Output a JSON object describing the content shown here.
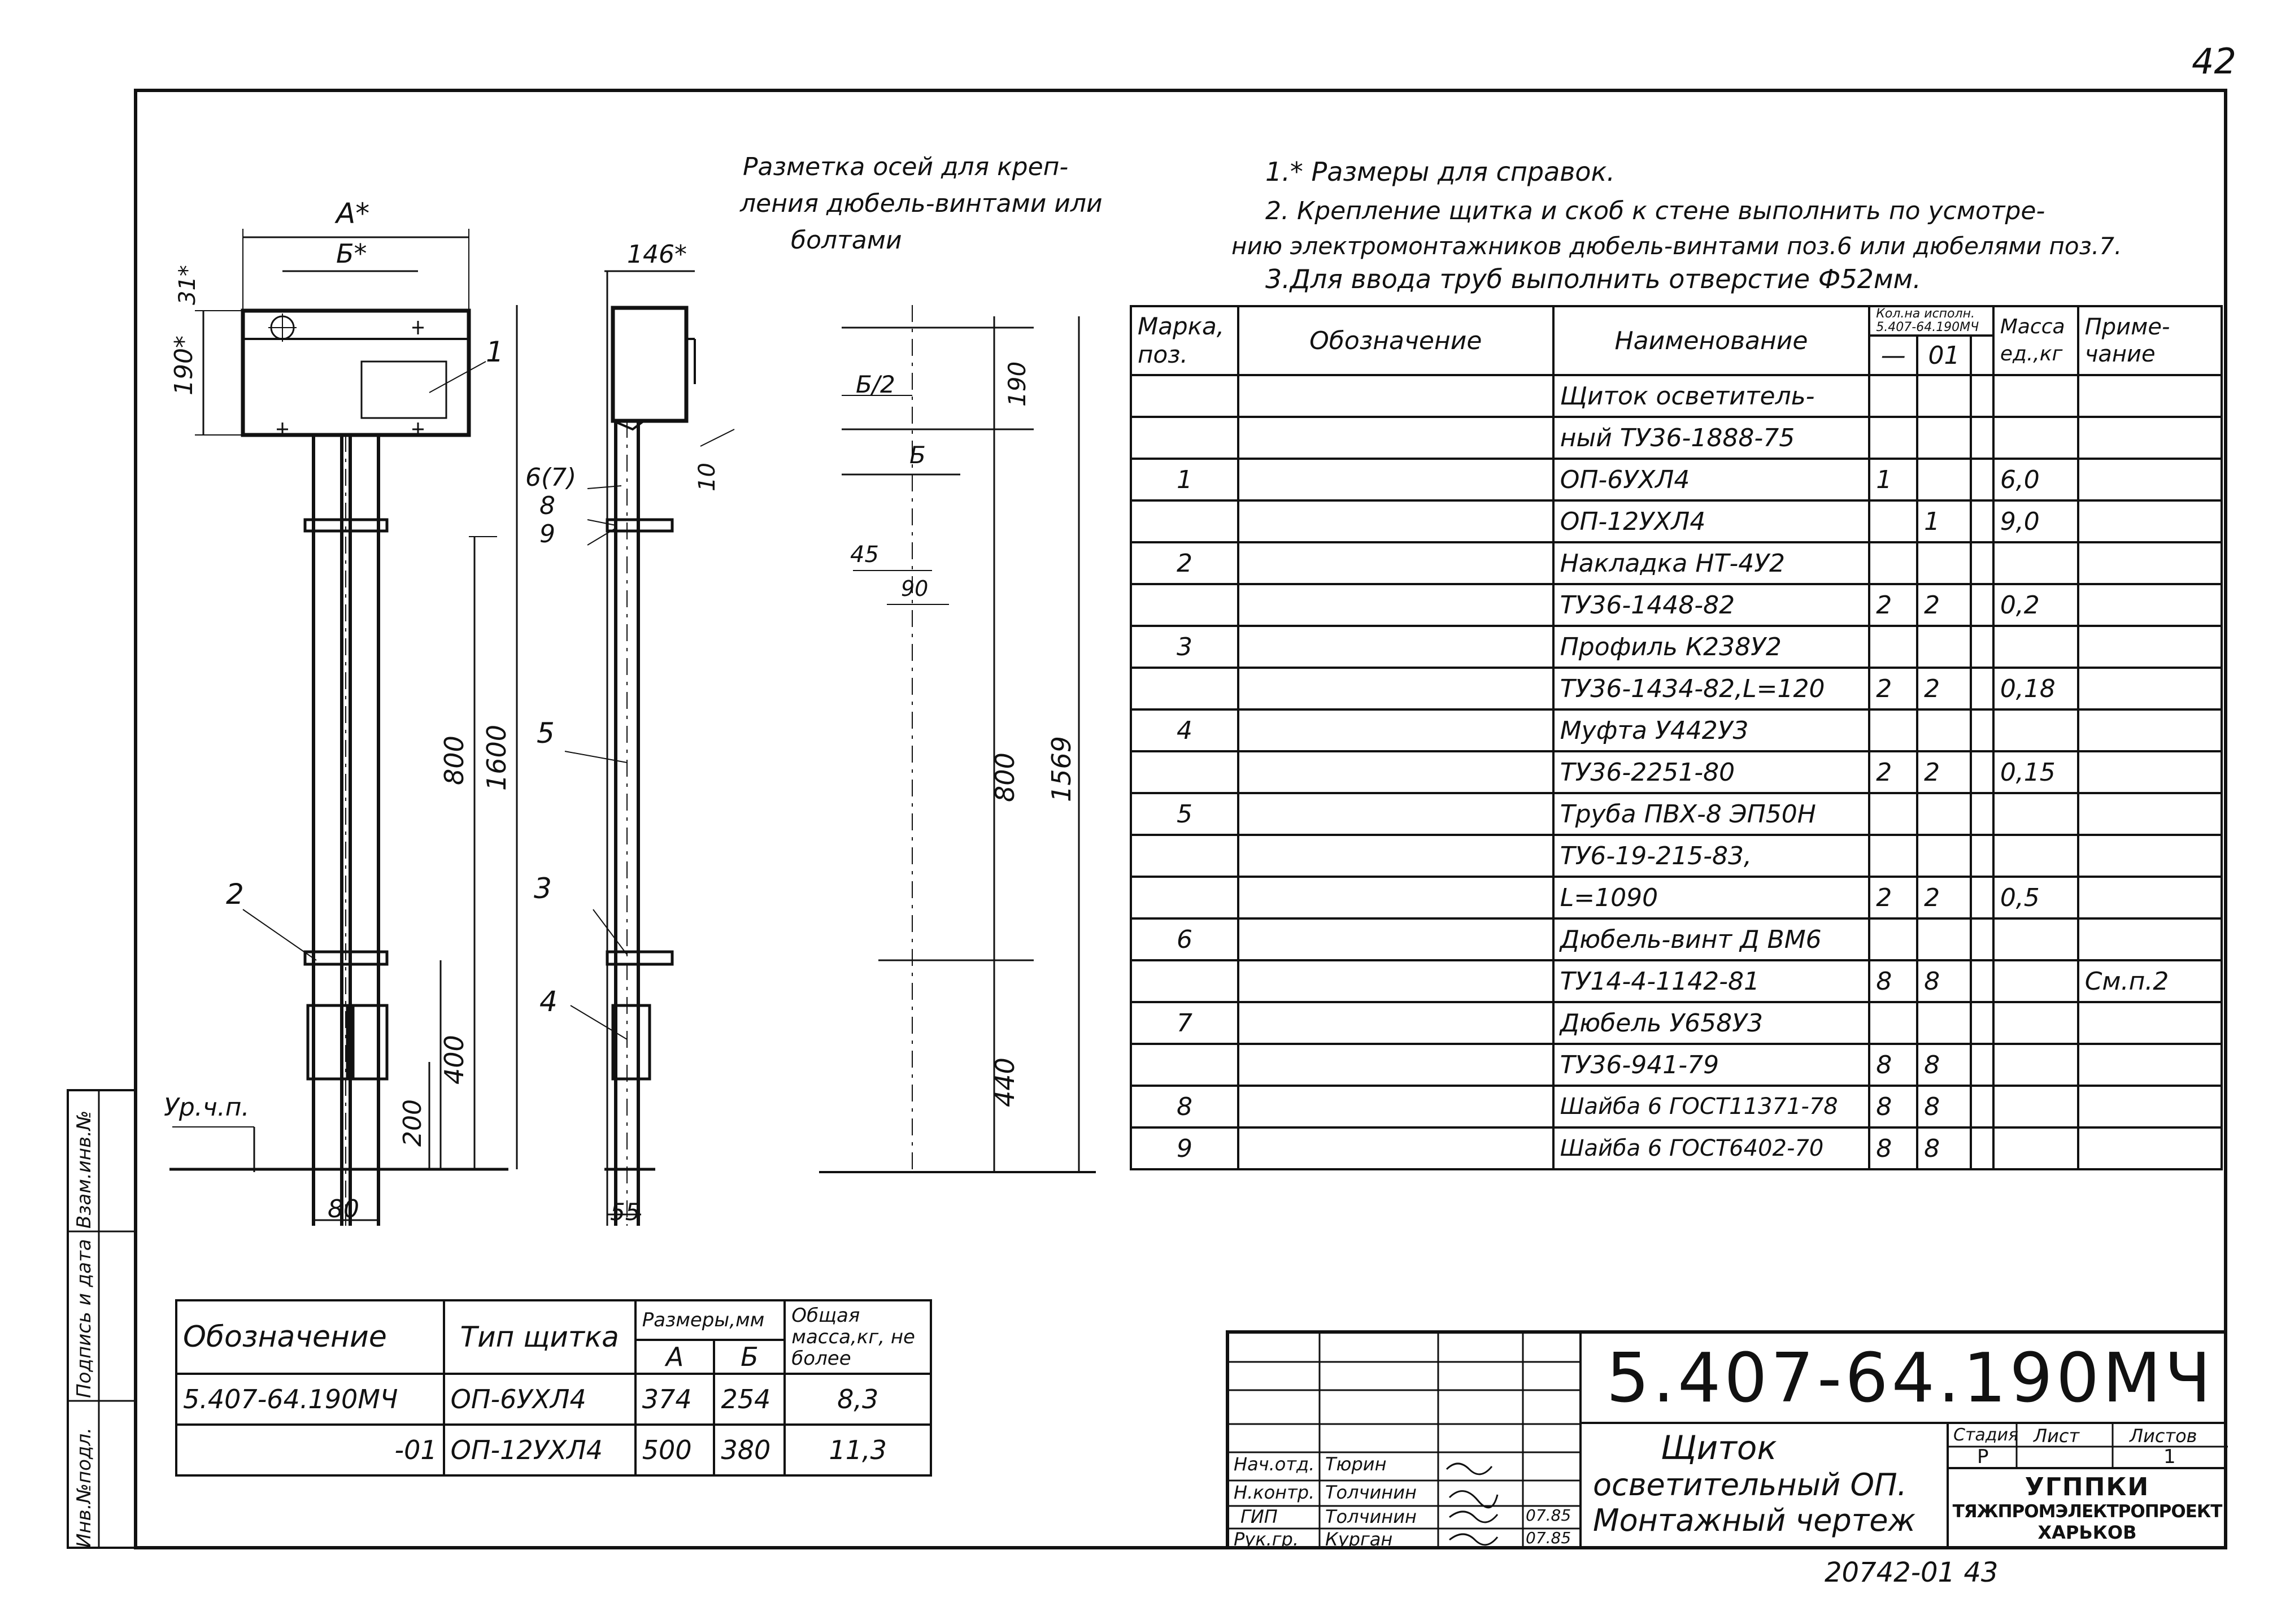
{
  "page_number": "42",
  "stamp_number": "20742-01 43",
  "notes": {
    "n1": "1.* Размеры для справок.",
    "n2a": "2. Крепление щитка и скоб к стене выполнить по усмотре-",
    "n2b": "нию электромонтажников дюбель-винтами поз.6 или дюбелями поз.7.",
    "n3": "3.Для ввода труб выполнить отверстие Ф52мм."
  },
  "marking_title": [
    "Разметка осей для креп-",
    "ления дюбель-винтами или",
    "болтами"
  ],
  "side_strip": {
    "inv": "Инв.№подл.",
    "sign": "Подпись и дата",
    "vzam": "Взам.инв.№"
  },
  "dims": {
    "A": "А*",
    "B": "Б*",
    "d31": "31*",
    "d190": "190*",
    "d146": "146*",
    "d800": "800",
    "d1600": "1600",
    "d400": "400",
    "d200": "200",
    "d80": "80",
    "d55": "55",
    "urcp": "Ур.ч.п.",
    "m_b2": "Б/2",
    "m_b": "Б",
    "m_190": "190",
    "m_10": "10",
    "m_45": "45",
    "m_90": "90",
    "m_800": "800",
    "m_1569": "1569",
    "m_440": "440"
  },
  "callouts": {
    "c1": "1",
    "c2": "2",
    "c3": "3",
    "c4": "4",
    "c5": "5",
    "c67": "6(7)",
    "c8": "8",
    "c9": "9"
  },
  "spec": {
    "headers": {
      "marka": "Марка, поз.",
      "oboz": "Обозначение",
      "naim": "Наименование",
      "kol": "Кол.на исполн. 5.407-64.190МЧ",
      "kol_a": "—",
      "kol_b": "01",
      "massa": "Масса ед.,кг",
      "prim": "Приме- чание"
    },
    "rows": [
      {
        "poz": "",
        "name": "Щиток осветитель-",
        "a": "",
        "b": "",
        "m": ""
      },
      {
        "poz": "",
        "name": "ный ТУ36-1888-75",
        "a": "",
        "b": "",
        "m": ""
      },
      {
        "poz": "1",
        "name": "ОП-6УХЛ4",
        "a": "1",
        "b": "",
        "m": "6,0"
      },
      {
        "poz": "",
        "name": "ОП-12УХЛ4",
        "a": "",
        "b": "1",
        "m": "9,0"
      },
      {
        "poz": "2",
        "name": "Накладка НТ-4У2",
        "a": "",
        "b": "",
        "m": ""
      },
      {
        "poz": "",
        "name": "ТУ36-1448-82",
        "a": "2",
        "b": "2",
        "m": "0,2"
      },
      {
        "poz": "3",
        "name": "Профиль К238У2",
        "a": "",
        "b": "",
        "m": ""
      },
      {
        "poz": "",
        "name": "ТУ36-1434-82,L=120",
        "a": "2",
        "b": "2",
        "m": "0,18"
      },
      {
        "poz": "4",
        "name": "Муфта У442У3",
        "a": "",
        "b": "",
        "m": ""
      },
      {
        "poz": "",
        "name": "ТУ36-2251-80",
        "a": "2",
        "b": "2",
        "m": "0,15"
      },
      {
        "poz": "5",
        "name": "Труба ПВХ-8 ЭП50Н",
        "a": "",
        "b": "",
        "m": ""
      },
      {
        "poz": "",
        "name": "ТУ6-19-215-83,",
        "a": "",
        "b": "",
        "m": ""
      },
      {
        "poz": "",
        "name": "L=1090",
        "a": "2",
        "b": "2",
        "m": "0,5"
      },
      {
        "poz": "6",
        "name": "Дюбель-винт Д ВМ6",
        "a": "",
        "b": "",
        "m": ""
      },
      {
        "poz": "",
        "name": "ТУ14-4-1142-81",
        "a": "8",
        "b": "8",
        "m": ""
      },
      {
        "poz": "7",
        "name": "Дюбель У658У3",
        "a": "",
        "b": "",
        "m": ""
      },
      {
        "poz": "",
        "name": "ТУ36-941-79",
        "a": "8",
        "b": "8",
        "m": ""
      },
      {
        "poz": "8",
        "name": "Шайба 6 ГОСТ11371-78",
        "a": "8",
        "b": "8",
        "m": ""
      },
      {
        "poz": "9",
        "name": "Шайба 6 ГОСТ6402-70",
        "a": "8",
        "b": "8",
        "m": ""
      }
    ],
    "see_note": "См.п.2"
  },
  "variants": {
    "h_oboz": "Обозначение",
    "h_tip": "Тип щитка",
    "h_razm": "Размеры,мм",
    "h_a": "А",
    "h_b": "Б",
    "h_mass": "Общая масса,кг, не более",
    "rows": [
      {
        "oboz": "5.407-64.190МЧ",
        "tip": "ОП-6УХЛ4",
        "a": "374",
        "b": "254",
        "m": "8,3"
      },
      {
        "oboz": "-01",
        "tip": "ОП-12УХЛ4",
        "a": "500",
        "b": "380",
        "m": "11,3"
      }
    ]
  },
  "title_block": {
    "code": "5.407-64.190МЧ",
    "name1": "Щиток",
    "name2": "осветительный ОП.",
    "name3": "Монтажный чертеж",
    "stadia_h": "Стадия",
    "list_h": "Лист",
    "listov_h": "Листов",
    "stadia": "Р",
    "list": "",
    "listov": "1",
    "org1": "УГППКИ",
    "org2": "ТЯЖПРОМЭЛЕКТРОПРОЕКТ",
    "org3": "ХАРЬКОВ",
    "people": [
      {
        "role": "Нач.отд.",
        "name": "Тюрин",
        "date": ""
      },
      {
        "role": "Н.контр.",
        "name": "Толчинин",
        "date": ""
      },
      {
        "role": "ГИП",
        "name": "Толчинин",
        "date": "07.85"
      },
      {
        "role": "Рук.гр.",
        "name": "Курган",
        "date": "07.85"
      }
    ]
  }
}
